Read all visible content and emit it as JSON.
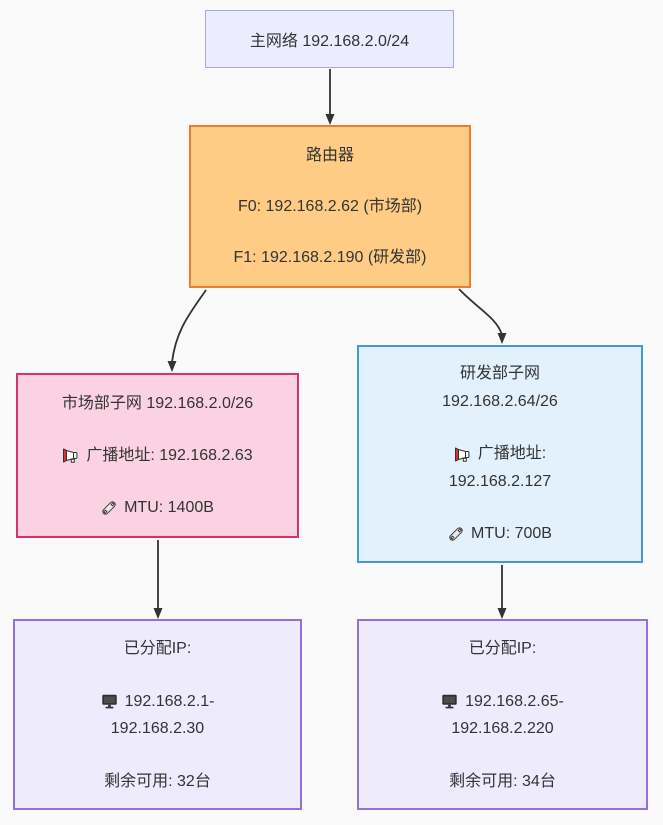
{
  "colors": {
    "background": "#fafafa",
    "text": "#333333",
    "arrow": "#333333",
    "main_fill": "#ececff",
    "main_border": "#a7a7d8",
    "router_fill": "#ffcc85",
    "router_border": "#ed7d31",
    "market_fill": "#fad2e2",
    "market_border": "#d6336c",
    "rd_fill": "#e3f1fc",
    "rd_border": "#4299e1",
    "ips_fill": "#edebfc",
    "ips_border": "#9370db",
    "megaphone_red": "#e03131"
  },
  "nodes": {
    "main_network": {
      "label": "主网络 192.168.2.0/24"
    },
    "router": {
      "title": "路由器",
      "f0": "F0: 192.168.2.62 (市场部)",
      "f1": "F1: 192.168.2.190 (研发部)"
    },
    "market_subnet": {
      "title": "市场部子网 192.168.2.0/26",
      "broadcast": "广播地址: 192.168.2.63",
      "mtu": "MTU: 1400B"
    },
    "rd_subnet": {
      "title_line1": "研发部子网",
      "title_line2": "192.168.2.64/26",
      "broadcast_label": "广播地址:",
      "broadcast_value": "192.168.2.127",
      "mtu": "MTU: 700B"
    },
    "market_ips": {
      "title": "已分配IP:",
      "range_start": "192.168.2.1-",
      "range_end": "192.168.2.30",
      "remaining": "剩余可用: 32台"
    },
    "rd_ips": {
      "title": "已分配IP:",
      "range_start": "192.168.2.65-",
      "range_end": "192.168.2.220",
      "remaining": "剩余可用: 34台"
    }
  },
  "icons": {
    "broadcast": "megaphone-icon",
    "mtu": "wrench-icon",
    "host": "monitor-icon"
  }
}
